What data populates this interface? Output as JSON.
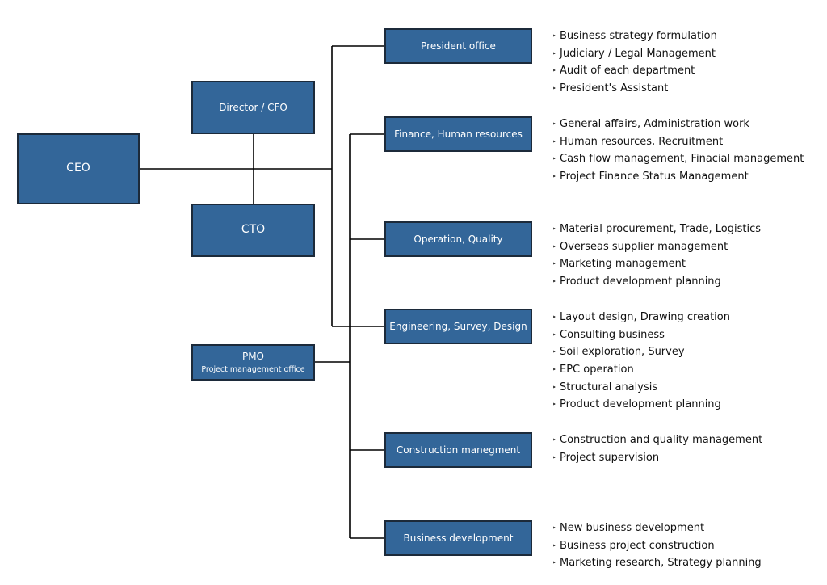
{
  "colors": {
    "box_fill": "#336699",
    "box_border": "#1c2a3a",
    "box_text": "#ffffff",
    "connector": "#000000",
    "duty_text": "#111111"
  },
  "bullet_glyph": "‣",
  "executives": {
    "ceo": "CEO",
    "director_cfo": "Director / CFO",
    "cto": "CTO",
    "pmo": "PMO",
    "pmo_sub": "Project management office"
  },
  "departments": [
    {
      "name": "President office",
      "duties": [
        "Business strategy formulation",
        "Judiciary / Legal Management",
        "Audit of each department",
        "President's Assistant"
      ]
    },
    {
      "name": "Finance, Human resources",
      "duties": [
        "General affairs, Administration work",
        "Human resources, Recruitment",
        "Cash flow management, Finacial management",
        "Project Finance Status Management"
      ]
    },
    {
      "name": "Operation, Quality",
      "duties": [
        "Material procurement, Trade, Logistics",
        "Overseas supplier management",
        "Marketing management",
        "Product development planning"
      ]
    },
    {
      "name": "Engineering, Survey, Design",
      "duties": [
        "Layout design, Drawing creation",
        "Consulting business",
        "Soil exploration, Survey",
        "EPC operation",
        "Structural analysis",
        "Product development planning"
      ]
    },
    {
      "name": "Construction manegment",
      "duties": [
        "Construction and quality management",
        "Project supervision"
      ]
    },
    {
      "name": "Business development",
      "duties": [
        "New business development",
        "Business project construction",
        "Marketing research, Strategy planning"
      ]
    }
  ]
}
